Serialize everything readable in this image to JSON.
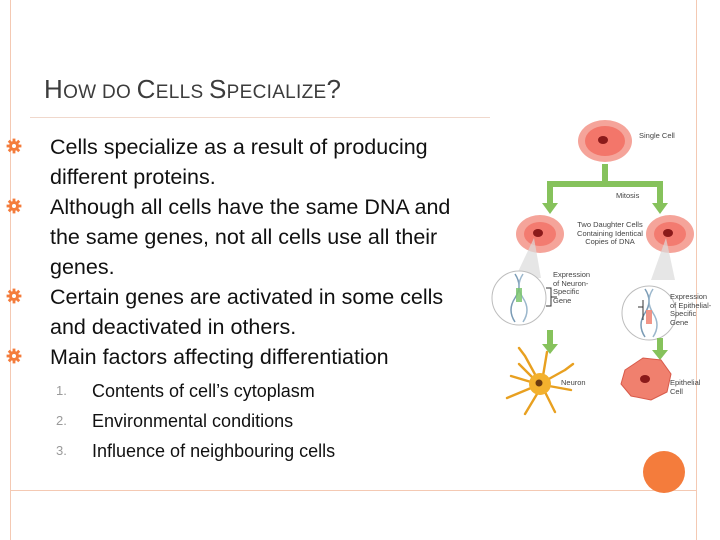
{
  "slide": {
    "title_parts": [
      {
        "text": "H",
        "size": "cap"
      },
      {
        "text": "OW DO ",
        "size": "sm"
      },
      {
        "text": "C",
        "size": "cap"
      },
      {
        "text": "ELLS ",
        "size": "sm"
      },
      {
        "text": "S",
        "size": "cap"
      },
      {
        "text": "PECIALIZE",
        "size": "sm"
      },
      {
        "text": "?",
        "size": "cap"
      }
    ],
    "bullets": [
      "Cells specialize as a result of producing different proteins.",
      "Although all cells have the same DNA and the same genes, not all cells use all their genes.",
      "Certain genes are activated in some cells and deactivated in others.",
      "Main factors affecting differentiation"
    ],
    "factors": [
      {
        "number": "1.",
        "text": "Contents of cell’s cytoplasm"
      },
      {
        "number": "2.",
        "text": "Environmental conditions"
      },
      {
        "number": "3.",
        "text": "Influence of neighbouring cells"
      }
    ],
    "accent_color": "#f47c3c",
    "bullet_icon": "gear-icon"
  },
  "figure": {
    "single_cell_label": "Single Cell",
    "mitosis_label": "Mitosis",
    "daughter_cells_label": "Two Daughter Cells\nContaining Identical\nCopies of DNA",
    "neuron_gene_label": "Expression\nof Neuron-\nSpecific\nGene",
    "epithelial_gene_label": "Expression\nof Epithelial-\nSpecific\nGene",
    "neuron_label": "Neuron",
    "epithelial_label": "Epithelial\nCell",
    "cell_color": "#f26a5e",
    "arrow_color": "#86c25c"
  }
}
